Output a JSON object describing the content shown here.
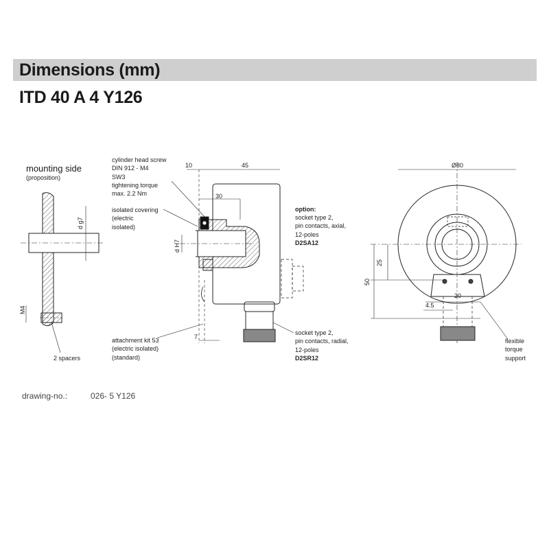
{
  "header": {
    "title": "Dimensions  (mm)"
  },
  "model": "ITD 40 A 4 Y126",
  "mounting": {
    "title": "mounting side",
    "subtitle": "(proposition)",
    "spacers": "2 spacers",
    "dim_shaft": "d g7",
    "dim_thread": "M4"
  },
  "labels": {
    "screw": "cylinder head screw\nDIN 912 - M4\nSW3\ntightening torque\nmax. 2.2 Nm",
    "covering": "isolated covering\n(electric\nisolated)",
    "attachment": "attachment kit 53\n(electric isolated)\n(standard)",
    "option_title": "option:",
    "option_text": "socket type 2,\npin contacts, axial,\n12-poles",
    "option_code": "D2SA12",
    "radial_text": "socket type 2,\npin contacts, radial,\n12-poles",
    "radial_code": "D2SR12",
    "torque": "flexible\ntorque\nsupport"
  },
  "dims": {
    "d10": "10",
    "d45": "45",
    "d30": "30",
    "dH7": "d H7",
    "d7": "7",
    "d80": "Ø80",
    "d25": "25",
    "d50": "50",
    "d20": "20",
    "d4_5": "4.5"
  },
  "drawing": {
    "label": "drawing-no.:",
    "number": "026- 5 Y126"
  }
}
